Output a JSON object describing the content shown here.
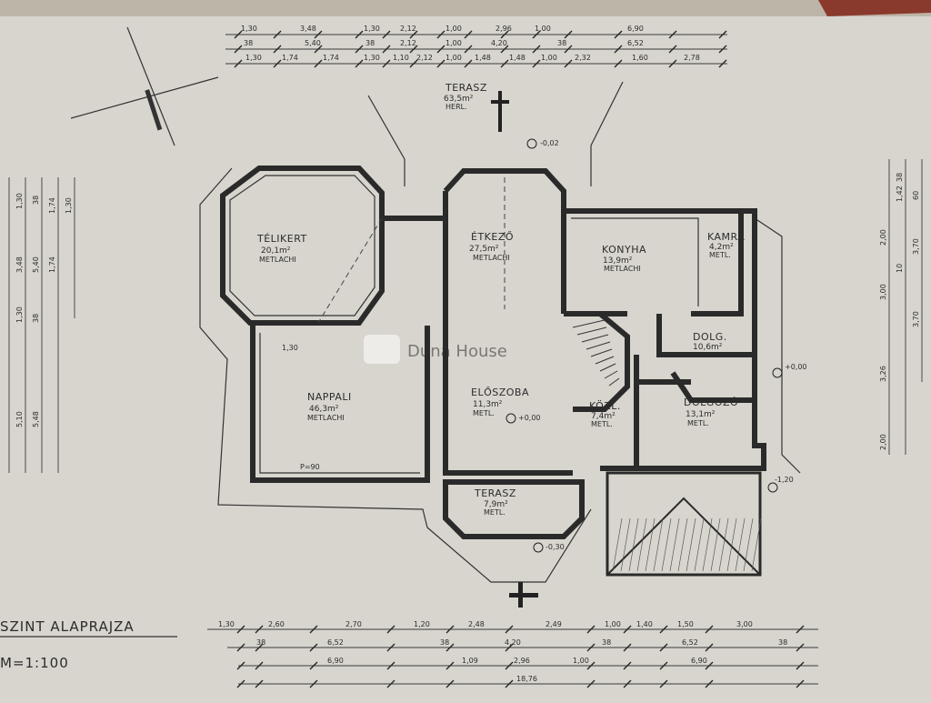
{
  "drawing": {
    "title": "SZINT ALAPRAJZA",
    "scale": "M=1:100",
    "watermark": "Duna House"
  },
  "rooms": [
    {
      "id": "terasz-top",
      "name": "TERASZ",
      "area": "63,5m²",
      "floor": "HERL."
    },
    {
      "id": "telikert",
      "name": "TÉLIKERT",
      "area": "20,1m²",
      "floor": "METLACHI"
    },
    {
      "id": "etkezo",
      "name": "ÉTKEZŐ",
      "area": "27,5m²",
      "floor": "METLACHI"
    },
    {
      "id": "konyha",
      "name": "KONYHA",
      "area": "13,9m²",
      "floor": "METLACHI"
    },
    {
      "id": "kamra",
      "name": "KAMRA",
      "area": "4,2m²",
      "floor": "METL."
    },
    {
      "id": "nappali",
      "name": "NAPPALI",
      "area": "46,3m²",
      "floor": "METLACHI"
    },
    {
      "id": "eloszoba",
      "name": "ELŐSZOBA",
      "area": "11,3m²",
      "floor": "METL."
    },
    {
      "id": "kozl",
      "name": "KÖZL.",
      "area": "7,4m²",
      "floor": "METL."
    },
    {
      "id": "dolgozo-small",
      "name": "DOLG.",
      "area": "10,6m²",
      "floor": "METL."
    },
    {
      "id": "dolgozo",
      "name": "DOLGOZÓ",
      "area": "13,1m²",
      "floor": "METL."
    },
    {
      "id": "terasz-bottom",
      "name": "TERASZ",
      "area": "7,9m²",
      "floor": "METL."
    }
  ],
  "top_dims": {
    "row1": [
      "1,30",
      "3,48",
      "1,30",
      "2,12",
      "1,00",
      "2,96",
      "1,00",
      "6,90"
    ],
    "row2": [
      "38",
      "5,40",
      "38",
      "2,12",
      "1,00",
      "4,20",
      "38",
      "6,52"
    ],
    "row3": [
      "1,30",
      "1,74",
      "1,74",
      "1,30",
      "1,10",
      "2,12",
      "1,00",
      "1,48",
      "1,48",
      "1,00",
      "2,32",
      "1,60",
      "2,78"
    ]
  },
  "bottom_dims": {
    "row1": [
      "1,30",
      "2,60",
      "2,70",
      "1,20",
      "2,48",
      "2,49",
      "1,00",
      "1,40",
      "1,50",
      "3,00"
    ],
    "row2": [
      "38",
      "6,52",
      "38",
      "4,20",
      "38",
      "6,52",
      "38"
    ],
    "row3": [
      "6,90",
      "1,09",
      "2,96",
      "1,00",
      "6,90"
    ],
    "total": "18,76"
  },
  "left_dims": [
    "1,30",
    "3,48",
    "1,30",
    "5,10",
    "38",
    "5,40",
    "38",
    "5,48",
    "1,74",
    "1,74",
    "1,30"
  ],
  "right_dims": [
    "38",
    "1,42",
    "2,00",
    "3,00",
    "3,26",
    "2,00",
    "10",
    "3,70",
    "60",
    "3,70"
  ],
  "level_marks": [
    "-0,02",
    "+0,00",
    "-0,30",
    "+0,00",
    "-1,20"
  ],
  "misc_labels": {
    "sill": "P=90",
    "parapet": "1,30"
  }
}
